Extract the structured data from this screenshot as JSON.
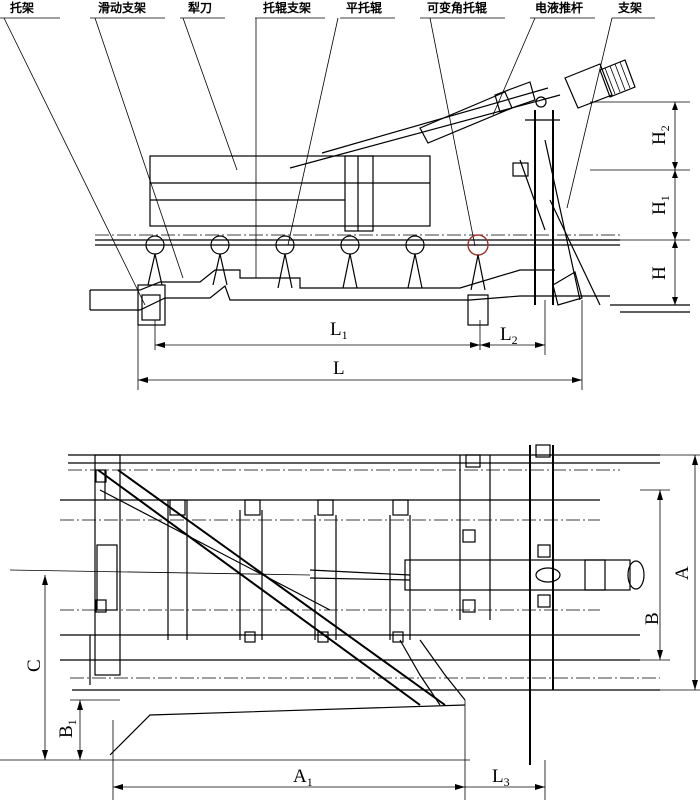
{
  "labels": {
    "carrier_frame": "托架",
    "sliding_support": "滑动支架",
    "plough_blade": "犁刀",
    "roller_support": "托辊支架",
    "flat_roller": "平托辊",
    "variable_angle_roller": "可变角托辊",
    "electro_hydraulic_pusher": "电液推杆",
    "support_frame": "支架"
  },
  "dimensions": {
    "L": "L",
    "L1": "L",
    "L1_sub": "1",
    "L2": "L",
    "L2_sub": "2",
    "H": "H",
    "H1": "H",
    "H1_sub": "1",
    "H2": "H",
    "H2_sub": "2",
    "A": "A",
    "B": "B",
    "B1": "B",
    "B1_sub": "1",
    "C": "C",
    "A1": "A",
    "A1_sub": "1",
    "L3": "L",
    "L3_sub": "3"
  },
  "colors": {
    "ink": "#000000",
    "highlight": "#a0312a"
  }
}
